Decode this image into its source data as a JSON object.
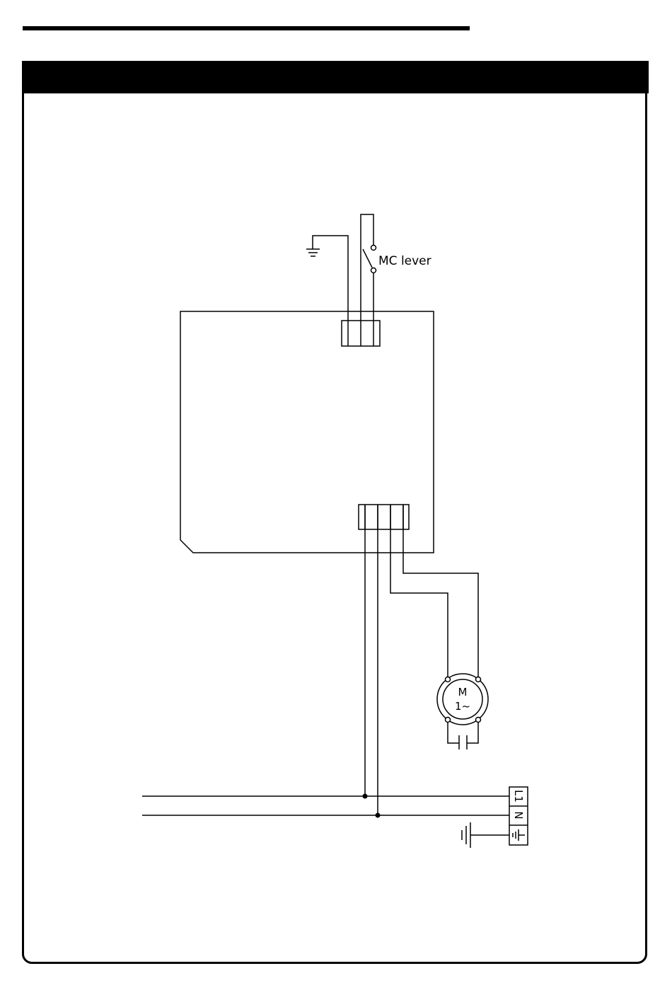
{
  "header": {
    "title": ""
  },
  "diagram": {
    "switch_label": "MC lever",
    "motor_label_top": "M",
    "motor_label_bottom": "1~",
    "terminal_l1": "L1",
    "terminal_n": "N",
    "colors": {
      "line": "#000000",
      "background": "#ffffff"
    }
  }
}
